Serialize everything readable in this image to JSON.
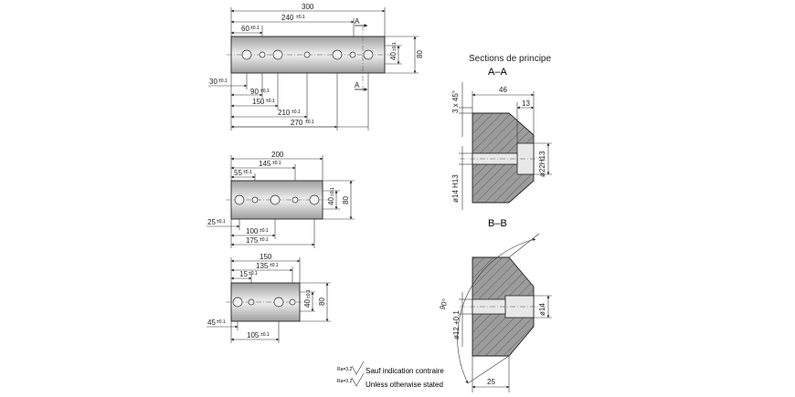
{
  "colors": {
    "ink": "#222222",
    "bar_fill": "#bdbdbd",
    "bar_light": "#e6e6e6",
    "section_fill": "#9a9a9a"
  },
  "top_bar": {
    "dims": {
      "d300": "300",
      "d240": "240",
      "d240_tol": "±0.1",
      "d60": "60",
      "d60_tol": "±0.1",
      "d30": "30",
      "d30_tol": "±0.1",
      "d90": "90",
      "d90_tol": "±0.1",
      "d150": "150",
      "d150_tol": "±0.1",
      "d210": "210",
      "d210_tol": "±0.1",
      "d270": "270",
      "d270_tol": "±0.1",
      "d40": "40",
      "d40_tol": "±0.1",
      "d80": "80",
      "cut_a_top": "A",
      "cut_a_bottom": "A"
    }
  },
  "mid_bar": {
    "dims": {
      "d200": "200",
      "d145": "145",
      "d145_tol": "±0.1",
      "d55": "55",
      "d55_tol": "±0.1",
      "d25": "25",
      "d25_tol": "±0.1",
      "d100": "100",
      "d100_tol": "±0.1",
      "d175": "175",
      "d175_tol": "±0.1",
      "d40": "40",
      "d40_tol": "±0.1",
      "d80": "80"
    }
  },
  "bottom_bar": {
    "dims": {
      "d150": "150",
      "d135": "135",
      "d135_tol": "±0.1",
      "d15": "15",
      "d15_tol": "±0.1",
      "d45": "45",
      "d45_tol": "±0.1",
      "d105": "105",
      "d105_tol": "±0.1",
      "d40": "40",
      "d40_tol": "±0.1",
      "d80": "80"
    }
  },
  "sections": {
    "heading": "Sections de principe",
    "aa": {
      "title": "A–A",
      "chamfer": "3 x 45°",
      "d46": "46",
      "d13": "13",
      "bore_large": "ø22H13",
      "bore_small": "ø14 H13"
    },
    "bb": {
      "title": "B–B",
      "angle": "90°",
      "bore_right": "ø14",
      "bore_left": "ø12 +0.1",
      "d25": "25"
    }
  },
  "notes": {
    "ra_symbol_1": "Ra=3.2",
    "line_fr": "Sauf indication contraire",
    "ra_symbol_2": "Ra=3.2",
    "line_en": "Unless otherwise stated"
  }
}
